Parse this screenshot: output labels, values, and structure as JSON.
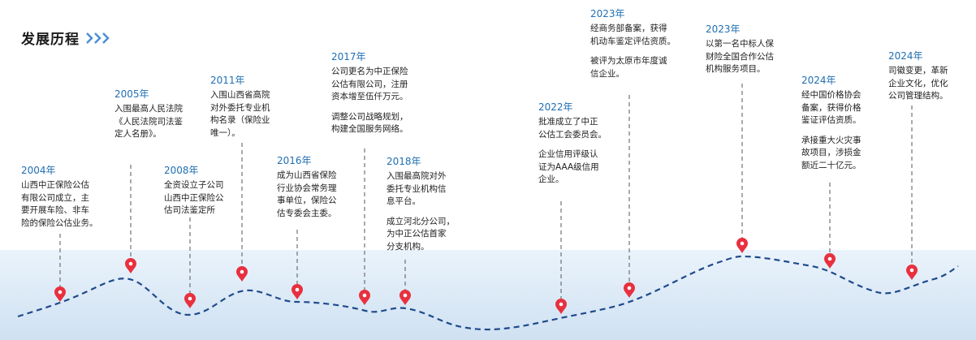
{
  "header": {
    "title": "发展历程"
  },
  "events": [
    {
      "year": "2004年",
      "lines": [
        "山西中正保险公估",
        "有限公司成立，主",
        "要开展车险、非车",
        "险的保险公估业务。"
      ]
    },
    {
      "year": "2005年",
      "lines": [
        "入围最高人民法院",
        "《人民法院司法鉴",
        "定人名册》。"
      ]
    },
    {
      "year": "2008年",
      "lines": [
        "全资设立子公司",
        "山西中正保险公",
        "估司法鉴定所"
      ]
    },
    {
      "year": "2011年",
      "lines": [
        "入围山西省高院",
        "对外委托专业机",
        "构名录（保险业",
        "唯一）。"
      ]
    },
    {
      "year": "2016年",
      "lines": [
        "成为山西省保险",
        "行业协会常务理",
        "事单位，保险公",
        "估专委会主委。"
      ]
    },
    {
      "year": "2017年",
      "p1": [
        "公司更名为中正保险",
        "公估有限公司，注册",
        "资本增至伍仟万元。"
      ],
      "p2": [
        "调整公司战略规划，",
        "构建全国服务网络。"
      ]
    },
    {
      "year": "2018年",
      "p1": [
        "入围最高院对外",
        "委托专业机构信",
        "息平台。"
      ],
      "p2": [
        "成立河北分公司，",
        "为中正公估首家",
        "分支机构。"
      ]
    },
    {
      "year": "2022年",
      "p1": [
        "批准成立了中正",
        "公估工会委员会。"
      ],
      "p2": [
        "企业信用评级认",
        "证为AAA级信用",
        "企业。"
      ]
    },
    {
      "year": "2023年",
      "p1": [
        "经商务部备案，获得",
        "机动车鉴定评估资质。"
      ],
      "p2": [
        "被评为太原市年度诚",
        "信企业。"
      ]
    },
    {
      "year": "2023年",
      "lines": [
        "以第一名中标人保",
        "财险全国合作公估",
        "机构服务项目。"
      ]
    },
    {
      "year": "2024年",
      "p1": [
        "经中国价格协会",
        "备案，获得价格",
        "鉴证评估资质。"
      ],
      "p2": [
        "承接重大火灾事",
        "故项目，涉损金",
        "额近二十亿元。"
      ]
    },
    {
      "year": "2024年",
      "lines": [
        "司徽变更，革新",
        "企业文化，优化",
        "公司管理结构。"
      ]
    }
  ],
  "colors": {
    "accent": "#1f6fb2",
    "pin": "#e8303e",
    "path": "#1f4a8c",
    "chevron": "#4a8fd6"
  }
}
